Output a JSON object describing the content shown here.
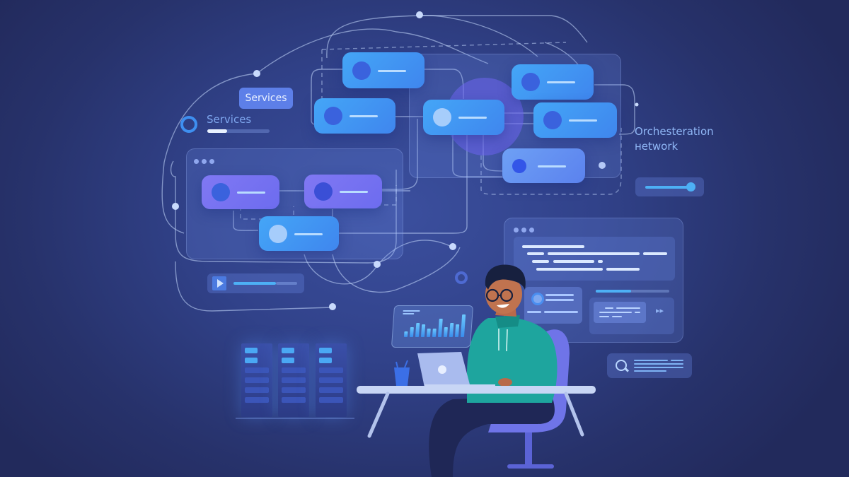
{
  "scene": {
    "description": "Illustration of a developer at a desk with a laptop, surrounded by a floating service orchestration network diagram",
    "colors": {
      "background": "#27326b",
      "node_blue": "#44a6f7",
      "node_purple": "#7b74f2",
      "accent_cyan": "#4db0f5",
      "hoodie": "#1fa59e",
      "text_label": "#8fb6f5"
    }
  },
  "labels": {
    "services_chip": "Services",
    "services_label": "Services",
    "orchestration_line1": "Orchesteration",
    "orchestration_line2": "нetwork"
  },
  "icons": {
    "ring": "ring-progress-icon",
    "play": "play-icon",
    "search": "search-icon",
    "forward": "▸▸"
  },
  "services_progress_percent": 30,
  "slider_percent": 90,
  "mini_chart": {
    "bars": [
      18,
      26,
      34,
      30,
      22,
      20,
      38,
      24,
      30,
      28,
      44
    ]
  }
}
